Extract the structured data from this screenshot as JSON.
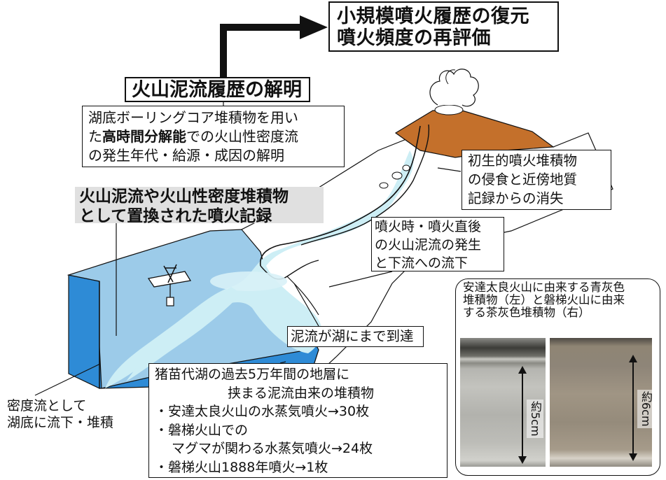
{
  "title": {
    "line1": "小規模噴火履歴の復元",
    "line2": "噴火頻度の再評価"
  },
  "history_box": {
    "text": "火山泥流履歴の解明"
  },
  "core_box": {
    "line1": "湖底ボーリングコア堆積物を用い",
    "line2_prefix": "た",
    "line2_bold": "高時間分解能",
    "line2_suffix": "での火山性密度流",
    "line3": "の発生年代・給源・成因の解明"
  },
  "replace_box": {
    "line1": "火山泥流や火山性密度堆積物",
    "line2": "として置換された噴火記録"
  },
  "primary_box": {
    "line1": "初生的噴火堆積物",
    "line2": "の侵食と近傍地質",
    "line3": "記録からの消失"
  },
  "lahar_box": {
    "line1": "噴火時・噴火直後",
    "line2": "の火山泥流の発生",
    "line3": "と下流への流下"
  },
  "reach_box": {
    "text": "泥流が湖にまで到達"
  },
  "strata_box": {
    "line1": "猪苗代湖の過去5万年間の地層に",
    "line2": "挟まる泥流由来の堆積物",
    "line3": "・安達太良火山の水蒸気噴火→30枚",
    "line4": "・磐梯火山での",
    "line5": "マグマが関わる水蒸気噴火→24枚",
    "line6": "・磐梯火山1888年噴火→1枚"
  },
  "density_label": {
    "line1": "密度流として",
    "line2": "湖底に流下・堆積"
  },
  "photo_panel": {
    "caption1": "安達太良火山に由来する青灰色",
    "caption2": "堆積物（左）と磐梯火山に由来",
    "caption3": "する茶灰色堆積物（右）",
    "left_scale": "約5cm",
    "right_scale": "約6cm"
  },
  "colors": {
    "lake_top": "#9ccbe9",
    "lake_side": "#2e8bd6",
    "volcano": "#c4702b",
    "lahar": "#cdeef5",
    "label_highlight": "#e0e0e0"
  }
}
